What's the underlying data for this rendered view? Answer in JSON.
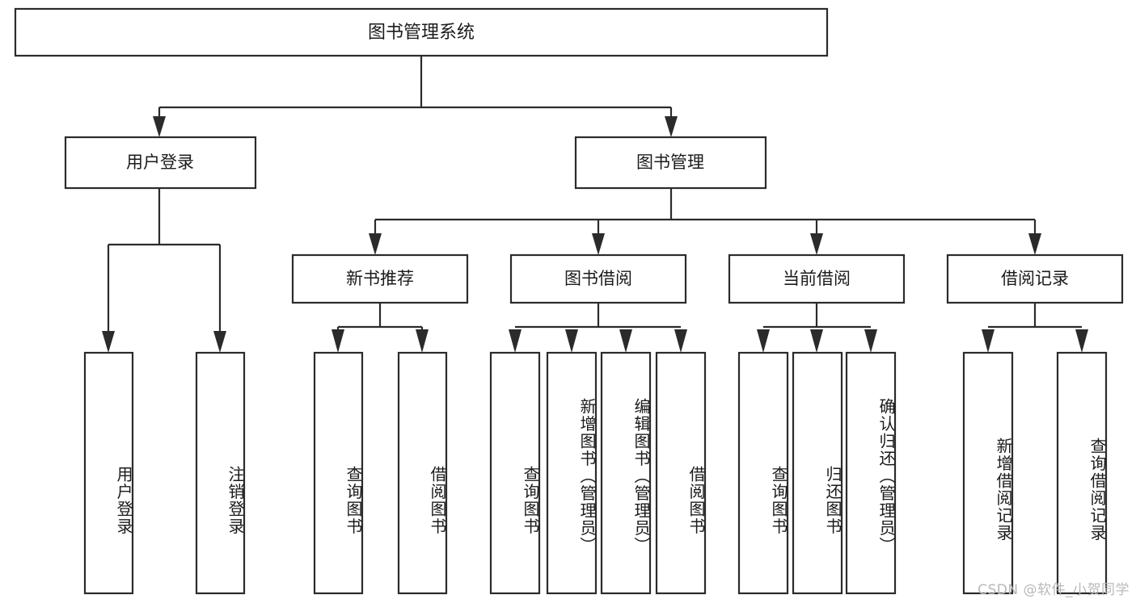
{
  "diagram": {
    "title": "图书管理系统",
    "type": "hierarchy-tree",
    "orientation": "top-down",
    "colors": {
      "box_stroke": "#2b2b2b",
      "box_fill": "#ffffff",
      "text": "#1b1b1b",
      "background": "#ffffff",
      "watermark": "#b9b9b9"
    },
    "root": {
      "id": "root",
      "label": "图书管理系统"
    },
    "level2": [
      {
        "id": "user-login",
        "label": "用户登录"
      },
      {
        "id": "book-management",
        "label": "图书管理"
      }
    ],
    "level3": [
      {
        "id": "new-book-recommend",
        "label": "新书推荐",
        "parent": "book-management"
      },
      {
        "id": "book-borrow",
        "label": "图书借阅",
        "parent": "book-management"
      },
      {
        "id": "current-borrow",
        "label": "当前借阅",
        "parent": "book-management"
      },
      {
        "id": "borrow-record",
        "label": "借阅记录",
        "parent": "book-management"
      }
    ],
    "leaves": {
      "user-login": [
        {
          "id": "leaf-user-login",
          "label": "用户登录"
        },
        {
          "id": "leaf-logout-login",
          "label": "注销登录"
        }
      ],
      "new-book-recommend": [
        {
          "id": "leaf-query-book-1",
          "label": "查询图书"
        },
        {
          "id": "leaf-borrow-book-1",
          "label": "借阅图书"
        }
      ],
      "book-borrow": [
        {
          "id": "leaf-query-book-2",
          "label": "查询图书"
        },
        {
          "id": "leaf-add-book",
          "label": "新增图书（管理员）"
        },
        {
          "id": "leaf-edit-book",
          "label": "编辑图书（管理员）"
        },
        {
          "id": "leaf-borrow-book-2",
          "label": "借阅图书"
        }
      ],
      "current-borrow": [
        {
          "id": "leaf-query-book-3",
          "label": "查询图书"
        },
        {
          "id": "leaf-return-book",
          "label": "归还图书"
        },
        {
          "id": "leaf-confirm-return",
          "label": "确认归还（管理员）"
        }
      ],
      "borrow-record": [
        {
          "id": "leaf-add-record",
          "label": "新增借阅记录"
        },
        {
          "id": "leaf-query-record",
          "label": "查询借阅记录"
        }
      ]
    }
  },
  "watermark": {
    "text": "CSDN @软件_小贺同学"
  }
}
